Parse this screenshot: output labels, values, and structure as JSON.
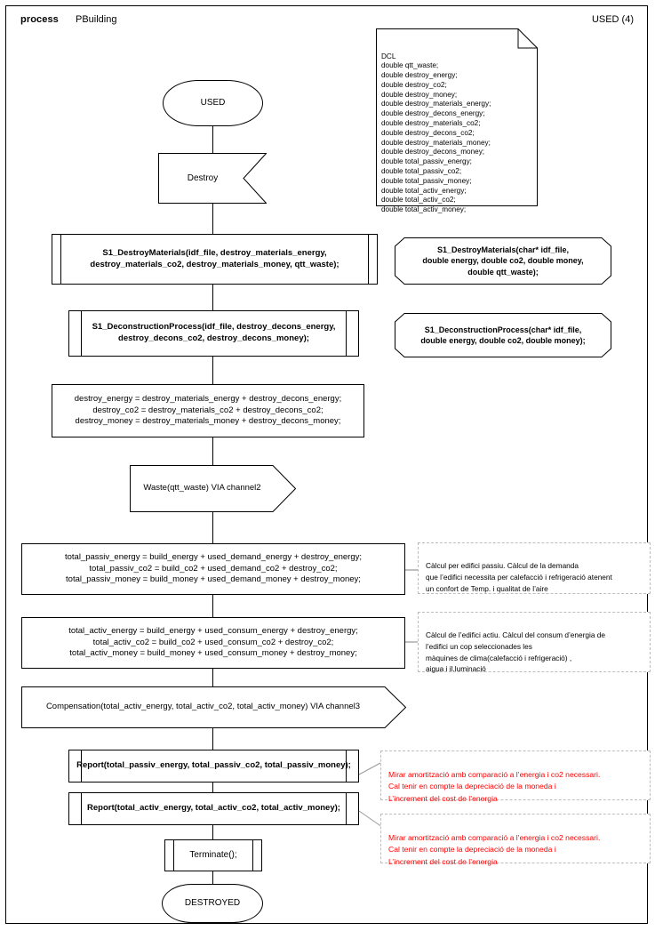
{
  "header": {
    "keyword": "process",
    "process_name": "PBuilding",
    "state_counter": "USED (4)"
  },
  "declaration_note": {
    "title": "DCL",
    "text": "DCL\ndouble qtt_waste;\ndouble destroy_energy;\ndouble destroy_co2;\ndouble destroy_money;\ndouble destroy_materials_energy;\ndouble destroy_decons_energy;\ndouble destroy_materials_co2;\ndouble destroy_decons_co2;\ndouble destroy_materials_money;\ndouble destroy_decons_money;\ndouble total_passiv_energy;\ndouble total_passiv_co2;\ndouble total_passiv_money;\ndouble total_activ_energy;\ndouble total_activ_co2;\ndouble total_activ_money;"
  },
  "flow": {
    "start_state": "USED",
    "input_signal": "Destroy",
    "call_destroy_materials": "S1_DestroyMaterials(idf_file, destroy_materials_energy,\ndestroy_materials_co2, destroy_materials_money, qtt_waste);",
    "call_deconstruction": "S1_DeconstructionProcess(idf_file, destroy_decons_energy,\ndestroy_decons_co2, destroy_decons_money);",
    "destroy_totals": "destroy_energy = destroy_materials_energy + destroy_decons_energy;\ndestroy_co2 = destroy_materials_co2 + destroy_decons_co2;\ndestroy_money = destroy_materials_money + destroy_decons_money;",
    "output_waste": "Waste(qtt_waste) VIA channel2",
    "passiv_totals": "total_passiv_energy = build_energy + used_demand_energy + destroy_energy;\ntotal_passiv_co2 = build_co2 + used_demand_co2 + destroy_co2;\ntotal_passiv_money =  build_money + used_demand_money + destroy_money;",
    "activ_totals": "total_activ_energy = build_energy + used_consum_energy + destroy_energy;\ntotal_activ_co2 =  build_co2 + used_consum_co2 + destroy_co2;\ntotal_activ_money = build_money + used_consum_money + destroy_money;",
    "output_compensation": "Compensation(total_activ_energy, total_activ_co2, total_activ_money) VIA channel3",
    "report_passiv": "Report(total_passiv_energy, total_passiv_co2, total_passiv_money);",
    "report_activ": "Report(total_activ_energy, total_activ_co2, total_activ_money);",
    "terminate": "Terminate();",
    "end_state": "DESTROYED"
  },
  "signatures": {
    "destroy_materials": "S1_DestroyMaterials(char* idf_file,\ndouble energy, double co2, double money,\ndouble qtt_waste);",
    "deconstruction": "S1_DeconstructionProcess(char* idf_file,\ndouble energy, double co2, double money);"
  },
  "comments": {
    "passiv": "Càlcul per edifici passiu. Càlcul de la demanda\nque l’edifici necessita per calefacció i refrigeració atenent\nun confort de Temp.  i qualitat de l’aire",
    "activ": "Càlcul de l’edifici actiu. Càlcul del consum d’energia de\nl’edifici un cop seleccionades les\nmàquines de clima(calefacció i refrigeració) ,\naigua i il.luminació",
    "report_passiv_note": "Mirar amortització amb comparació a l’energia i co2 necessari.\nCal tenir en compte la depreciació de la moneda i\nL’increment del cost de l’energia",
    "report_activ_note": "Mirar amortització amb comparació a l’energia i co2 necessari.\nCal tenir en compte la depreciació de la moneda i\nL’increment del cost de l’energia"
  },
  "colors": {
    "stroke": "#000000",
    "note_border": "#bdbdbd",
    "red_text": "#ff0000",
    "background": "#ffffff"
  }
}
